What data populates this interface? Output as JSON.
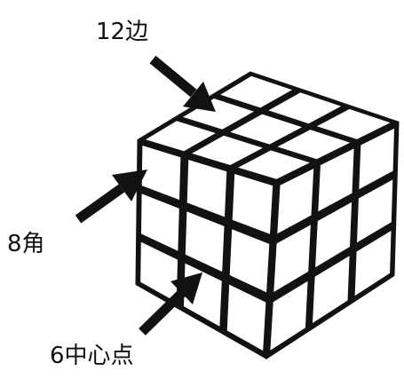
{
  "labels": {
    "edges": "12边",
    "corners": "8角",
    "centers": "6中心点"
  },
  "colors": {
    "cube_grid": "#121212",
    "sticker": "#ffffff",
    "arrow": "#111111",
    "background": "#ffffff"
  }
}
